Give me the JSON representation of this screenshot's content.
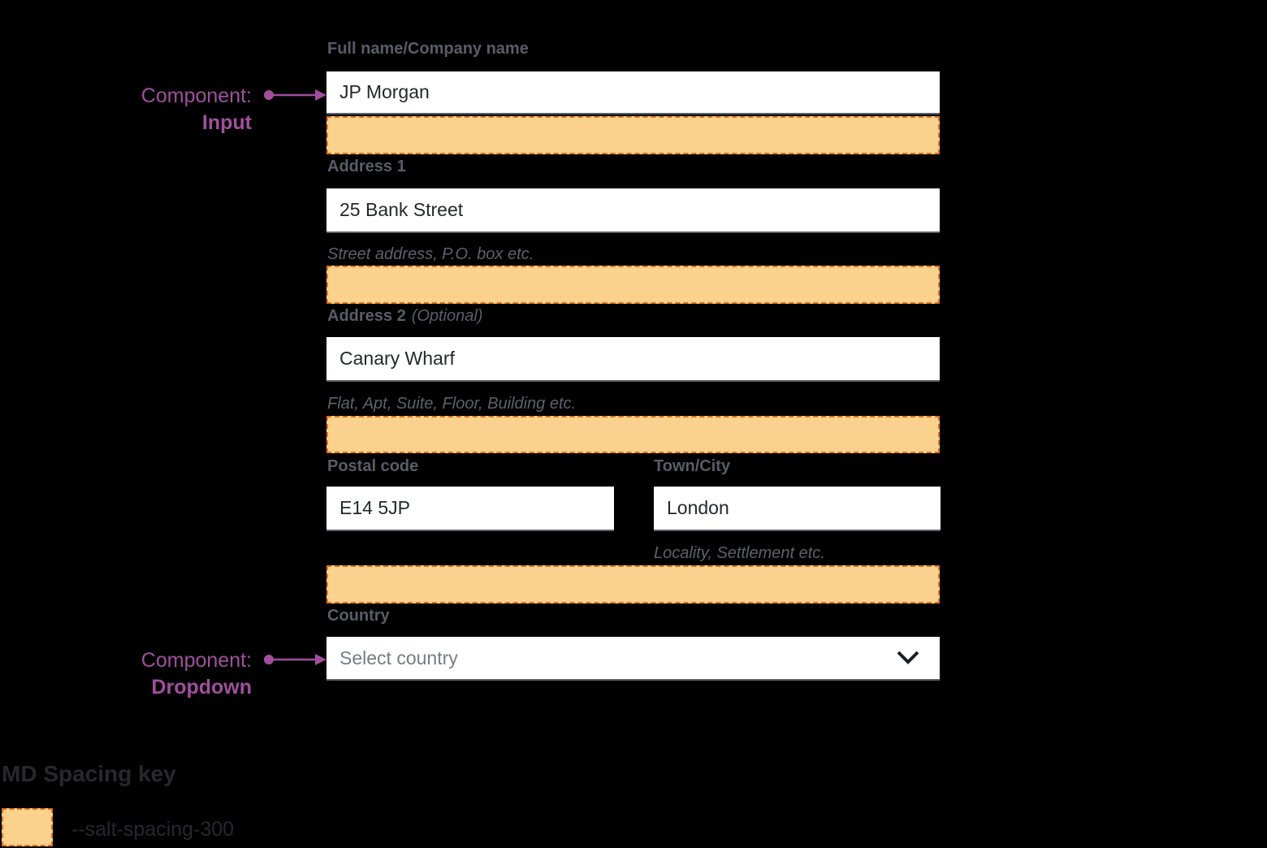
{
  "annotations": {
    "input": {
      "prefix": "Component:",
      "name": "Input"
    },
    "dropdown": {
      "prefix": "Component:",
      "name": "Dropdown"
    }
  },
  "form": {
    "fields": [
      {
        "label": "Full name/Company name",
        "value": "JP Morgan"
      },
      {
        "label": "Address 1",
        "value": "25 Bank Street",
        "helper": "Street address, P.O. box etc."
      },
      {
        "label": "Address 2",
        "optional": "(Optional)",
        "value": "Canary Wharf",
        "helper": "Flat, Apt, Suite, Floor, Building etc."
      },
      {
        "label": "Postal code",
        "value": "E14 5JP"
      },
      {
        "label": "Town/City",
        "value": "London",
        "helper": "Locality, Settlement etc."
      },
      {
        "label": "Country",
        "placeholder": "Select country"
      }
    ]
  },
  "key": {
    "title": "MD Spacing key",
    "token": "--salt-spacing-300"
  },
  "colors": {
    "background": "#000000",
    "annotation_purple": "#A14F9D",
    "spacing_fill": "#FBD18E",
    "spacing_border": "#E1701B",
    "label_gray": "#575E68",
    "input_text": "#24282E",
    "placeholder_gray": "#767D86",
    "input_border": "#565E66"
  },
  "icons": {
    "chevron_down": "chevron-down"
  }
}
